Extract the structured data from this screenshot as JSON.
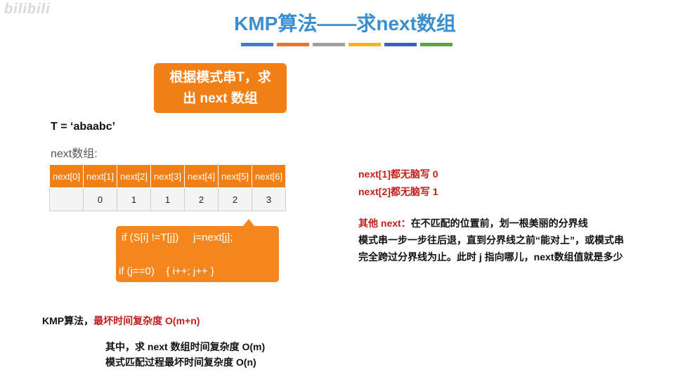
{
  "watermark": "bilibili",
  "title": "KMP算法——求next数组",
  "accent_colors": [
    "#3f7fc4",
    "#e8732a",
    "#a0a0a0",
    "#f2b619",
    "#3a63b8",
    "#5ba33b"
  ],
  "callout": {
    "line1": "根据模式串T，求",
    "line2": "出 next 数组"
  },
  "t_value": "T = ‘abaabc’",
  "next_label": "next数组:",
  "table": {
    "headers": [
      "next[0]",
      "next[1]",
      "next[2]",
      "next[3]",
      "next[4]",
      "next[5]",
      "next[6]"
    ],
    "values": [
      "",
      "0",
      "1",
      "1",
      "2",
      "2",
      "3"
    ]
  },
  "code": {
    "line1": "if (S[i] !=T[j])     j=next[j];",
    "line2": "if (j==0)    { i++; j++ }"
  },
  "rules": {
    "r1": "next[1]都无脑写 0",
    "r2": "next[2]都无脑写 1"
  },
  "other": {
    "label": "其他 next：",
    "text1": "在不匹配的位置前，划一根美丽的分界线",
    "text2": "模式串一步一步往后退，直到分界线之前“能对上”，或模式串",
    "text3": "完全跨过分界线为止。此时 j 指向哪儿，next数组值就是多少"
  },
  "kmp": {
    "prefix": "KMP算法，",
    "complexity": "最坏时间复杂度 O(m+n)",
    "line2": "其中，求 next 数组时间复杂度 O(m)",
    "line3": "模式匹配过程最坏时间复杂度 O(n)"
  }
}
